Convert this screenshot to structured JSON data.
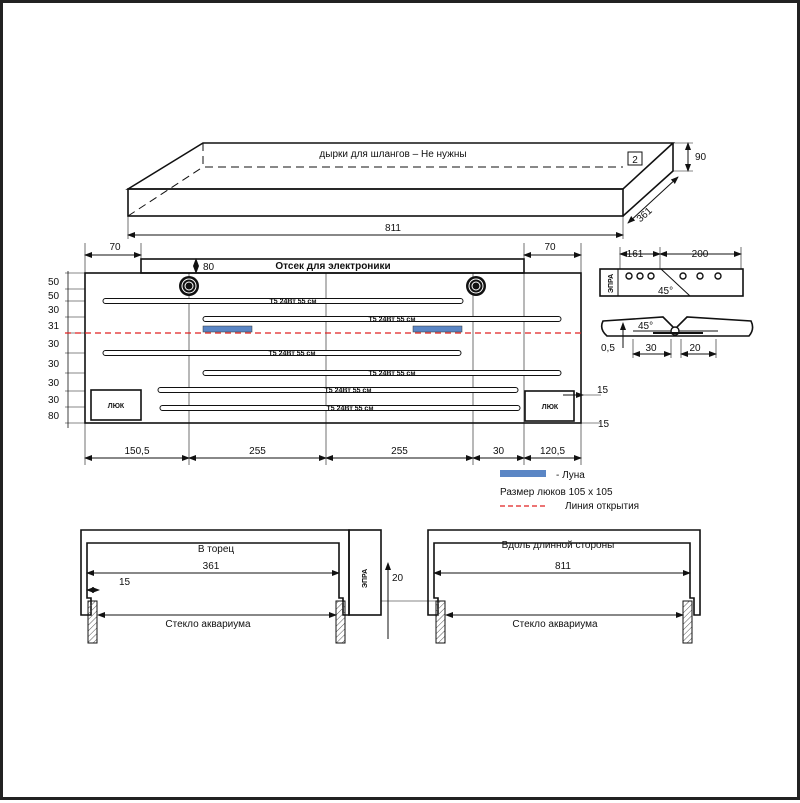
{
  "box3d": {
    "note": "дырки для шлангов – Не нужны",
    "marker": "2",
    "height": "90",
    "depth": "361",
    "length": "811"
  },
  "panel": {
    "compartment": "Отсек для электроники",
    "compartment_offset": "80",
    "left_offset": "70",
    "right_offset": "70",
    "row_dims": [
      "50",
      "50",
      "30",
      "31",
      "30",
      "30",
      "30",
      "30",
      "80"
    ],
    "lamps": [
      "T5 24Вт 55 см",
      "T5 24Вт 55 см",
      "T5 24Вт 55 см",
      "T5 24Вт 55 см",
      "T5 24Вт 55 см",
      "T5 24Вт 55 см"
    ],
    "hatch_label": "ЛЮК",
    "right_dims": [
      "15",
      "15"
    ],
    "bottom_dims": [
      "150,5",
      "255",
      "255",
      "30",
      "120,5"
    ]
  },
  "legend": {
    "moon": "- Луна",
    "hatch_size": "Размер люков 105 x 105",
    "open_line": "Линия открытия",
    "moon_color": "#5b86c5",
    "line_color": "#e02020"
  },
  "detail": {
    "ballast": "ЭПРА",
    "dim_a": "161",
    "dim_b": "200",
    "angle": "45°",
    "angle2": "45°",
    "gap": "0,5",
    "dim_c": "30",
    "dim_d": "20"
  },
  "sections": {
    "end_title": "В торец",
    "end_width": "361",
    "end_lip": "15",
    "glass": "Стекло аквариума",
    "ballast": "ЭПРА",
    "ballast_dim": "20",
    "side_title": "Вдоль длинной стороны",
    "side_width": "811",
    "glass2": "Стекло аквариума"
  }
}
